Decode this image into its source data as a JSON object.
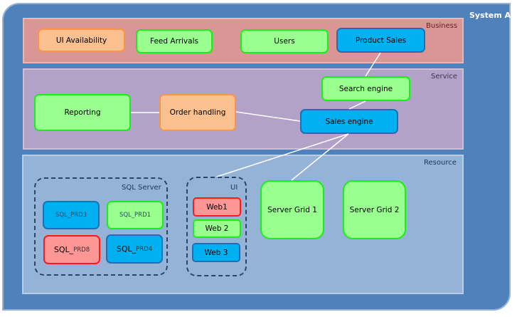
{
  "system": {
    "title": "System A"
  },
  "layers": {
    "business": {
      "label": "Business",
      "nodes": [
        {
          "label": "UI Availability",
          "status": "warning"
        },
        {
          "label": "Feed Arrivals",
          "status": "ok"
        },
        {
          "label": "Users",
          "status": "ok"
        },
        {
          "label": "Product Sales",
          "status": "info"
        }
      ]
    },
    "service": {
      "label": "Service",
      "nodes": [
        {
          "label": "Reporting",
          "status": "ok"
        },
        {
          "label": "Order handling",
          "status": "warning"
        },
        {
          "label": "Search engine",
          "status": "ok"
        },
        {
          "label": "Sales engine",
          "status": "info"
        }
      ]
    },
    "resource": {
      "label": "Resource",
      "groups": {
        "sql": {
          "label": "SQL Server",
          "nodes": [
            {
              "label": "SQL_PRD3",
              "prefix": "SQL_",
              "suffix": "PRD3",
              "status": "info"
            },
            {
              "label": "SQL_PRD1",
              "prefix": "SQL_",
              "suffix": "PRD1",
              "status": "ok"
            },
            {
              "label": "SQL_PRD8",
              "prefix": "SQL_",
              "suffix": "PRD8",
              "status": "error"
            },
            {
              "label": "SQL_PRD4",
              "prefix": "SQL_",
              "suffix": "PRD4",
              "status": "info"
            }
          ]
        },
        "ui": {
          "label": "UI",
          "nodes": [
            {
              "label": "Web1",
              "status": "error"
            },
            {
              "label": "Web 2",
              "status": "ok"
            },
            {
              "label": "Web 3",
              "status": "info"
            }
          ]
        }
      },
      "nodes": [
        {
          "label": "Server Grid 1",
          "status": "ok"
        },
        {
          "label": "Server Grid 2",
          "status": "ok"
        }
      ]
    }
  },
  "connections": [
    {
      "from": "Product Sales",
      "to": "Search engine"
    },
    {
      "from": "Search engine",
      "to": "Sales engine"
    },
    {
      "from": "Reporting",
      "to": "Order handling"
    },
    {
      "from": "Order handling",
      "to": "Sales engine"
    },
    {
      "from": "Sales engine",
      "to": "UI"
    },
    {
      "from": "Sales engine",
      "to": "Server Grid 1"
    }
  ],
  "status_colors": {
    "ok": "#99ff8f",
    "warning": "#fac090",
    "info": "#00b0f0",
    "error": "#ff9696"
  }
}
